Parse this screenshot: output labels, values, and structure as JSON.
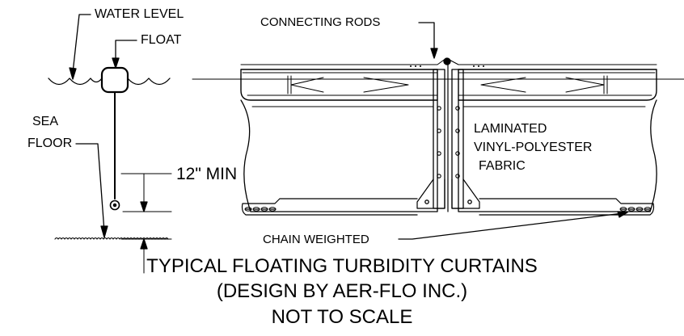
{
  "labels": {
    "water_level": "WATER LEVEL",
    "float": "FLOAT",
    "sea": "SEA",
    "floor": "FLOOR",
    "clearance": "12\" MIN",
    "connecting_rods": "CONNECTING RODS",
    "fabric_line1": "LAMINATED",
    "fabric_line2": "VINYL-POLYESTER",
    "fabric_line3": "FABRIC",
    "chain_weighted": "CHAIN WEIGHTED"
  },
  "title": {
    "line1": "TYPICAL FLOATING TURBIDITY CURTAINS",
    "line2": "(DESIGN BY AER-FLO INC.)",
    "line3": "NOT TO SCALE"
  }
}
